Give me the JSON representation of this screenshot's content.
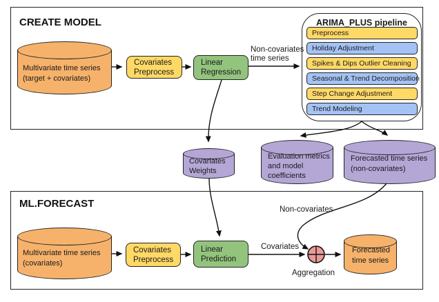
{
  "create_model": {
    "title": "CREATE MODEL",
    "source_db": {
      "line1": "Multivariate time series",
      "line2": "(target + covariates)"
    },
    "covariates_preprocess": {
      "line1": "Covariates",
      "line2": "Preprocess"
    },
    "linear_regression": {
      "line1": "Linear",
      "line2": "Regression"
    },
    "edge_label": {
      "line1": "Non-covariates",
      "line2": "time series"
    },
    "pipeline": {
      "title": "ARIMA_PLUS pipeline",
      "steps": [
        {
          "label": "Preprocess"
        },
        {
          "label": "Holiday Adjustment"
        },
        {
          "label": "Spikes & Dips Outlier Cleaning"
        },
        {
          "label": "Seasonal & Trend Decomposition"
        },
        {
          "label": "Step Change Adjustment"
        },
        {
          "label": "Trend Modeling"
        }
      ]
    }
  },
  "outputs": {
    "covariates_weights": {
      "line1": "Covariates",
      "line2": "Weights"
    },
    "evaluation": {
      "line1": "Evaluation metrics",
      "line2": "and model",
      "line3": "coefficients"
    },
    "forecast_noncov": {
      "line1": "Forecasted time series",
      "line2": "(non-covariates)"
    }
  },
  "ml_forecast": {
    "title": "ML.FORECAST",
    "source_db": {
      "line1": "Multivariate time series",
      "line2": "(covariates)"
    },
    "covariates_preprocess": {
      "line1": "Covariates",
      "line2": "Preprocess"
    },
    "linear_prediction": {
      "line1": "Linear",
      "line2": "Prediction"
    },
    "covariates_label": "Covariates",
    "noncovariates_label": "Non-covariates",
    "aggregation_label": "Aggregation",
    "forecast_db": {
      "line1": "Forecasted",
      "line2": "time series"
    }
  },
  "colors": {
    "orange_cylinder": "#F6B26B",
    "yellow_box": "#FFD966",
    "green_box": "#93C47D",
    "blue_step": "#A4C2F4",
    "purple_cylinder": "#B4A7D6",
    "aggregation_pink": "#EA9999",
    "line": "#111111"
  }
}
